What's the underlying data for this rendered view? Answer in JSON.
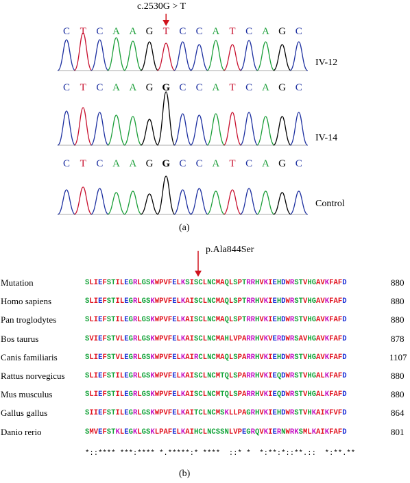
{
  "panel_a": {
    "mutation_label": "c.2530G > T",
    "panel_label": "(a)",
    "base_colors": {
      "A": "#1a9e38",
      "C": "#1c2fa0",
      "G": "#000000",
      "T": "#c8102e"
    },
    "tracks": [
      {
        "sample_label": "IV-12",
        "bases": [
          "C",
          "T",
          "C",
          "A",
          "A",
          "G",
          "T",
          "C",
          "C",
          "A",
          "T",
          "C",
          "A",
          "G",
          "C"
        ],
        "highlight_index": 6
      },
      {
        "sample_label": "IV-14",
        "bases": [
          "C",
          "T",
          "C",
          "A",
          "A",
          "G",
          "G",
          "C",
          "C",
          "A",
          "T",
          "C",
          "A",
          "G",
          "C"
        ],
        "highlight_index": 6
      },
      {
        "sample_label": "Control",
        "bases": [
          "C",
          "T",
          "C",
          "A",
          "A",
          "G",
          "G",
          "C",
          "C",
          "A",
          "T",
          "C",
          "A",
          "G",
          "C"
        ],
        "highlight_index": 6
      }
    ]
  },
  "panel_b": {
    "mutation_label": "p.Ala844Ser",
    "panel_label": "(b)",
    "rows": [
      {
        "species": "Mutation",
        "sequence": "SLIEFSTILEGRLGSKWPVFELKSISCLNCMAQLSPTRRHVKIEHDWRSTVHGAVKFAFD",
        "end": "880"
      },
      {
        "species": "Homo sapiens",
        "sequence": "SLIEFSTILEGRLGSKWPVFELKAISCLNCMAQLSPTRRHVKIEHDWRSTVHGAVKFAFD",
        "end": "880"
      },
      {
        "species": "Pan troglodytes",
        "sequence": "SLIEFSTILEGRLGSKWPVFELKAISCLNCMAQLSPTRRHVKIEHDWRSTVHGAVKFAFD",
        "end": "880"
      },
      {
        "species": "Bos taurus",
        "sequence": "SVIEFSTVLEGRLGSKWPVFELKAISCLNCMAHLVPARRHVKVERDWRSAVHGAVKFAFD",
        "end": "878"
      },
      {
        "species": "Canis familiaris",
        "sequence": "SLIEFSTVLEGRLGSKWPVFELKAIRCLNCMAQLSPARRHVKIEHDWRSTVHGAVKFAFD",
        "end": "1107"
      },
      {
        "species": "Rattus norvegicus",
        "sequence": "SLIEFSTILEGRLGSKWPVFELKAISCLNCMTQLSPARRHVKIEQDWRSTVHGALKFAFD",
        "end": "880"
      },
      {
        "species": "Mus musculus",
        "sequence": "SLIEFSTILEGRLGSKWPVFELKAISCLNCMTQLSPARRHVKIEQDWRSTVHGALKFAFD",
        "end": "880"
      },
      {
        "species": "Gallus gallus",
        "sequence": "SIIEFSTILEGRLGSKWPVFELKAITCLNCMSKLLPAGRHVKIEHDWRSTVHKAIKFVFD",
        "end": "864"
      },
      {
        "species": "Danio rerio",
        "sequence": "SMVEFSTKLEGKLGSKLPAFELKAIHCLNCSSNLVPEGRQVKIERNWRKSMLKAIKFAFD",
        "end": "801"
      }
    ],
    "consensus": "*::**** ***:**** *.*****:* ****  ::* *  *:**:*::**.::  *:**.**"
  }
}
